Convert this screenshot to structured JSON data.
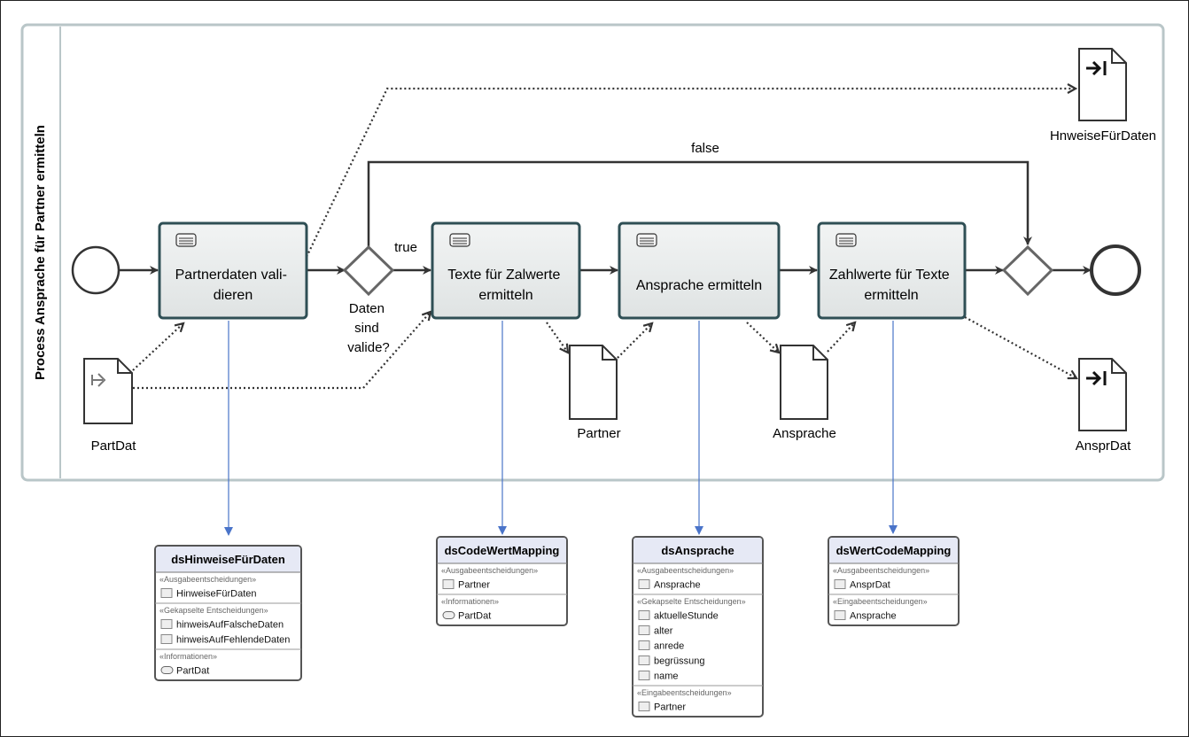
{
  "pool": {
    "title": "Process Ansprache für Partner ermitteln"
  },
  "tasks": [
    {
      "lines": [
        "Partnerdaten vali-",
        "dieren"
      ]
    },
    {
      "lines": [
        "Texte für Zalwerte",
        "ermitteln"
      ]
    },
    {
      "lines": [
        "Ansprache ermitteln"
      ]
    },
    {
      "lines": [
        "Zahlwerte für Texte",
        "ermitteln"
      ]
    }
  ],
  "gateway": {
    "lines": [
      "Daten",
      "sind",
      "valide?"
    ]
  },
  "flows": {
    "true_label": "true",
    "false_label": "false"
  },
  "data_objects": {
    "input": "PartDat",
    "partner": "Partner",
    "ansprache": "Ansprache",
    "hinweise": "HnweiseFürDaten",
    "output": "AnsprDat"
  },
  "decision_models": [
    {
      "title": "dsHinweiseFürDaten",
      "sections": [
        {
          "header": "«Ausgabeentscheidungen»",
          "items": [
            {
              "label": "HinweiseFürDaten",
              "kind": "box"
            }
          ]
        },
        {
          "header": "«Gekapselte Entscheidungen»",
          "items": [
            {
              "label": "hinweisAufFalscheDaten",
              "kind": "box"
            },
            {
              "label": "hinweisAufFehlendeDaten",
              "kind": "box"
            }
          ]
        },
        {
          "header": "«Informationen»",
          "items": [
            {
              "label": "PartDat",
              "kind": "pill"
            }
          ]
        }
      ]
    },
    {
      "title": "dsCodeWertMapping",
      "sections": [
        {
          "header": "«Ausgabeentscheidungen»",
          "items": [
            {
              "label": "Partner",
              "kind": "box"
            }
          ]
        },
        {
          "header": "«Informationen»",
          "items": [
            {
              "label": "PartDat",
              "kind": "pill"
            }
          ]
        }
      ]
    },
    {
      "title": "dsAnsprache",
      "sections": [
        {
          "header": "«Ausgabeentscheidungen»",
          "items": [
            {
              "label": "Ansprache",
              "kind": "box"
            }
          ]
        },
        {
          "header": "«Gekapselte Entscheidungen»",
          "items": [
            {
              "label": "aktuelleStunde",
              "kind": "box"
            },
            {
              "label": "alter",
              "kind": "box"
            },
            {
              "label": "anrede",
              "kind": "box"
            },
            {
              "label": "begrüssung",
              "kind": "box"
            },
            {
              "label": "name",
              "kind": "box"
            }
          ]
        },
        {
          "header": "«Eingabeentscheidungen»",
          "items": [
            {
              "label": "Partner",
              "kind": "box"
            }
          ]
        }
      ]
    },
    {
      "title": "dsWertCodeMapping",
      "sections": [
        {
          "header": "«Ausgabeentscheidungen»",
          "items": [
            {
              "label": "AnsprDat",
              "kind": "box"
            }
          ]
        },
        {
          "header": "«Eingabeentscheidungen»",
          "items": [
            {
              "label": "Ansprache",
              "kind": "box"
            }
          ]
        }
      ]
    }
  ],
  "colors": {
    "pool_border": "#b9c6c8",
    "task_fill": "#e9ecec",
    "task_border": "#2f4f55",
    "dm_header": "#e6e9f5",
    "connector_blue": "#4a74c9"
  }
}
